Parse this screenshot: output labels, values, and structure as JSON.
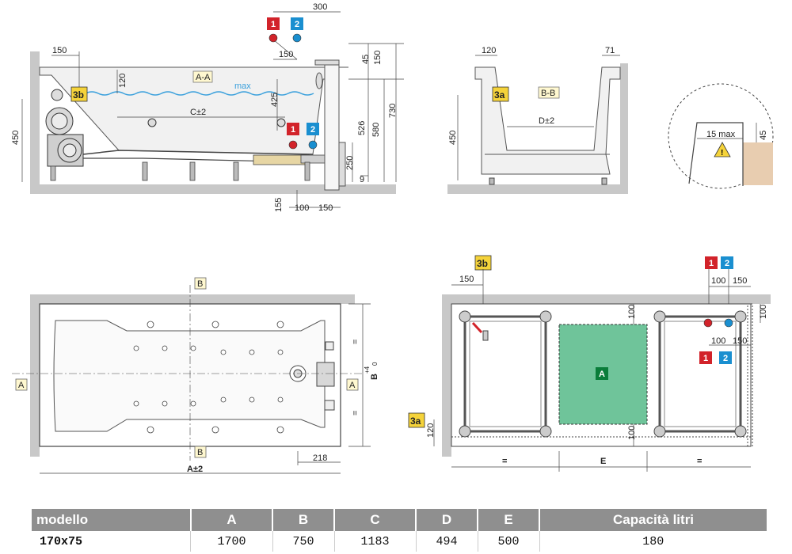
{
  "section_aa": {
    "title": "A-A",
    "max_label": "max",
    "c_label": "C±2",
    "dims": {
      "d300": "300",
      "d150_top": "150",
      "d150_left": "150",
      "d120": "120",
      "d45": "45",
      "d150_right": "150",
      "d730": "730",
      "d425": "425",
      "d526": "526",
      "d580": "580",
      "d450": "450",
      "d250": "250",
      "d9": "9",
      "d155": "155",
      "d100_bottom": "100",
      "d150_bottom": "150"
    }
  },
  "section_bb": {
    "title": "B-B",
    "d_label": "D±2",
    "dims": {
      "d120": "120",
      "d71": "71",
      "d450": "450"
    }
  },
  "detail": {
    "d15max": "15 max",
    "d45": "45"
  },
  "plan": {
    "marker_b_top": "B",
    "marker_b_bottom": "B",
    "marker_a_left": "A",
    "marker_a_right": "A",
    "b_label": "B",
    "b_tolerance_plus": "+4",
    "b_tolerance_zero": "0",
    "equal_sign": "=",
    "a_label": "A±2",
    "d218": "218"
  },
  "base": {
    "zone_a": "A",
    "e_label": "E",
    "equal_sign": "=",
    "dims": {
      "d150": "150",
      "d100_top_right": "100",
      "d150_top_right": "150",
      "d100_vert": "100",
      "d100_right_edge": "100",
      "d100_mid": "100",
      "d150_mid": "150",
      "d120": "120",
      "d100_lower": "100"
    }
  },
  "tags": {
    "hot_water": "1",
    "cold_water": "2",
    "motor_3b": "3b",
    "access_3a": "3a"
  },
  "colors": {
    "hot": "#d2232a",
    "cold": "#1a8fd0",
    "tag_yellow": "#f5d33a",
    "zone_green": "#6fc49a",
    "water": "#3aa0dc",
    "wall": "#c8c8c8",
    "table_header": "#8f8f8f"
  },
  "table": {
    "headers": [
      "modello",
      "A",
      "B",
      "C",
      "D",
      "E",
      "Capacità litri"
    ],
    "rows": [
      [
        "170x75",
        "1700",
        "750",
        "1183",
        "494",
        "500",
        "180"
      ]
    ]
  }
}
